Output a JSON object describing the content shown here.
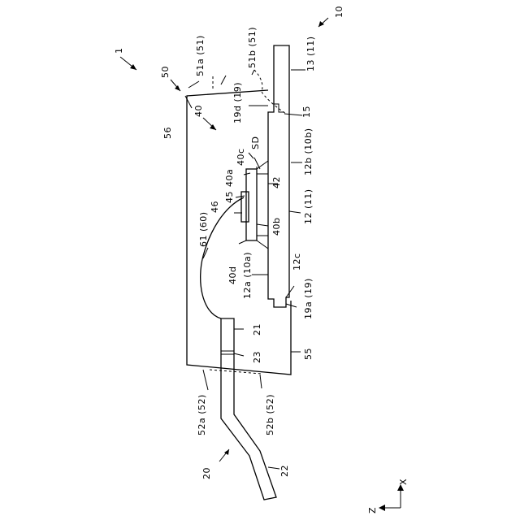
{
  "figure": {
    "labels": {
      "l_1": "1",
      "l_10": "10",
      "l_50": "50",
      "l_56": "56",
      "l_40": "40",
      "l_51a": "51a (51)",
      "l_51b": "51b (51)",
      "l_13": "13 (11)",
      "l_19d": "19d (19)",
      "l_15": "15",
      "l_sd": "SD",
      "l_40c": "40c",
      "l_40a": "40a",
      "l_45": "45",
      "l_46": "46",
      "l_42": "42",
      "l_12b": "12b (10b)",
      "l_12": "12 (11)",
      "l_40b": "40b",
      "l_61": "61 (60)",
      "l_40d": "40d",
      "l_12a": "12a (10a)",
      "l_12c": "12c",
      "l_19a": "19a (19)",
      "l_21": "21",
      "l_23": "23",
      "l_55": "55",
      "l_52a": "52a (52)",
      "l_52b": "52b (52)",
      "l_20": "20",
      "l_22": "22",
      "axis_x": "X",
      "axis_z": "Z"
    }
  }
}
